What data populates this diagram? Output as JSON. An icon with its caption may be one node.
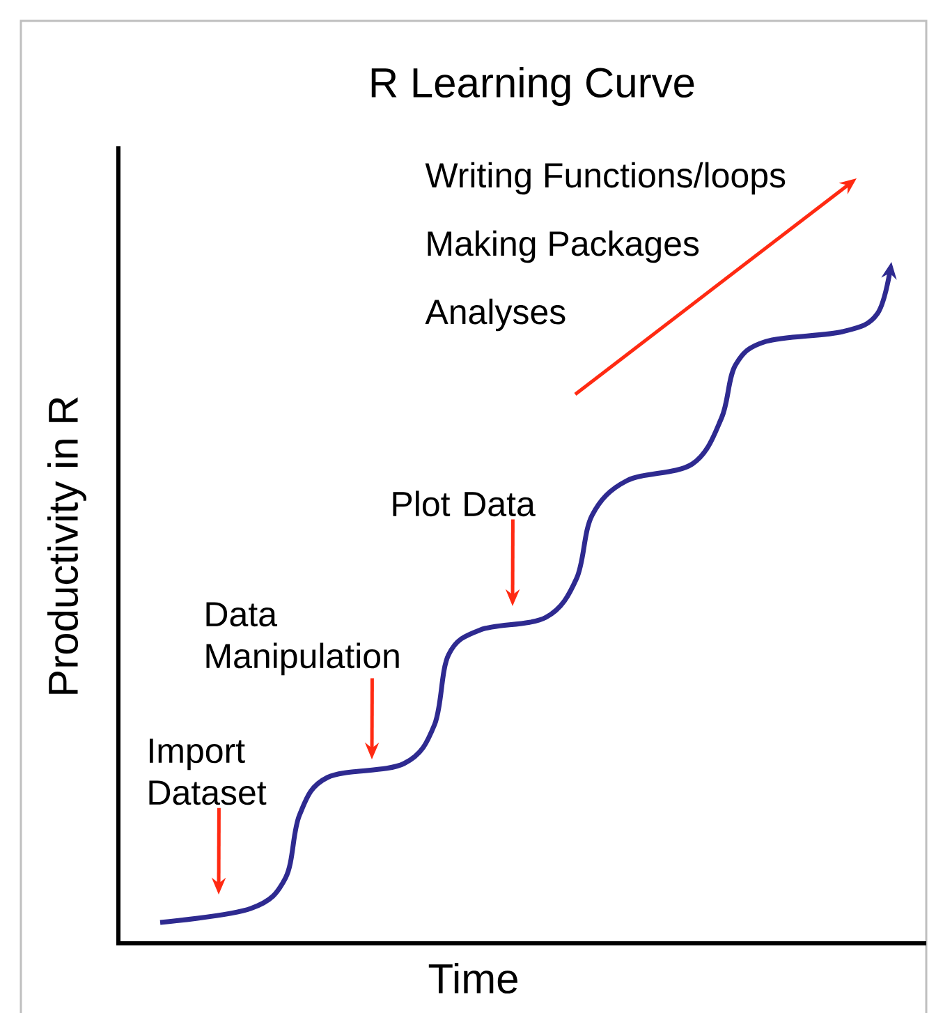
{
  "diagram": {
    "title": "R Learning Curve",
    "nodes": [
      {
        "text": [
          "Import Dataset"
        ]
      },
      {
        "text": [
          "Data Manipulation"
        ]
      },
      {
        "text": [
          "Plot Data"
        ]
      }
    ],
    "edges": [
      {
        "from": 0,
        "to": null,
        "arrow": "to"
      },
      {
        "from": 1,
        "to": null,
        "arrow": "to"
      },
      {
        "from": 2,
        "to": null,
        "arrow": "to"
      }
    ],
    "labels": [
      "Writing Functions/loops",
      "Making Packages",
      "Analyses",
      "Productivity in R",
      "Time"
    ]
  }
}
